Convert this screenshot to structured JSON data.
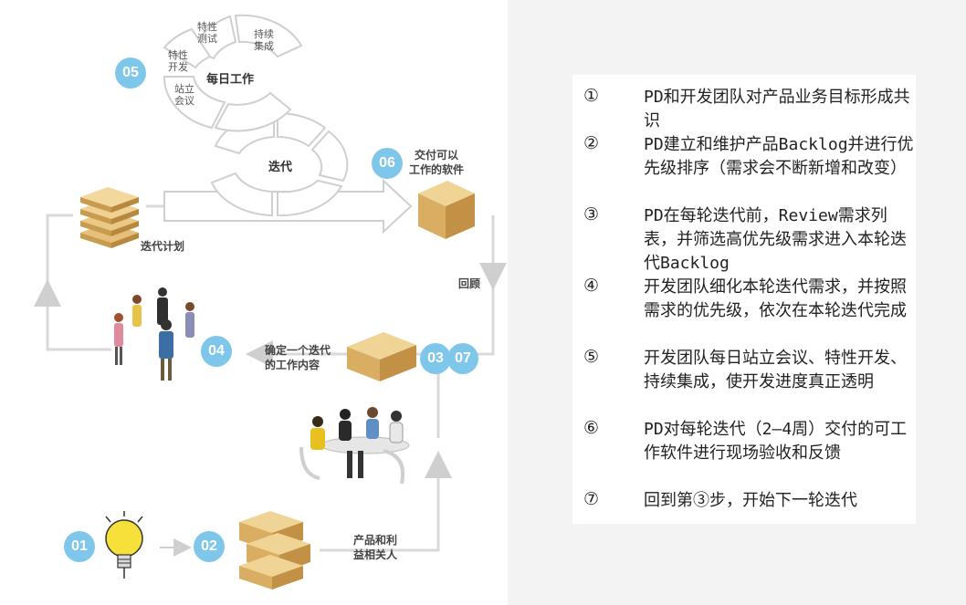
{
  "diagram": {
    "badges": [
      "01",
      "02",
      "03",
      "04",
      "05",
      "06",
      "07"
    ],
    "labels": {
      "stakeholders": "产品和利\n益相关人",
      "iteration_plan": "迭代计划",
      "decide_content": "确定一个迭代\n的工作内容",
      "deliver": "交付可以\n工作的软件",
      "review": "回顾",
      "daily_work": "每日工作",
      "iteration": "迭代"
    },
    "daily_segments": [
      "特性\n测试",
      "持续\n集成",
      "特性\n开发",
      "站立\n会议"
    ]
  },
  "steps": [
    {
      "num": "①",
      "text": "PD和开发团队对产品业务目标形成共识"
    },
    {
      "num": "②",
      "text": "PD建立和维护产品Backlog并进行优先级排序（需求会不断新增和改变）"
    },
    {
      "num": "③",
      "text": "PD在每轮迭代前，Review需求列表，并筛选高优先级需求进入本轮迭代Backlog"
    },
    {
      "num": "④",
      "text": "开发团队细化本轮迭代需求，并按照需求的优先级，依次在本轮迭代完成"
    },
    {
      "num": "⑤",
      "text": "开发团队每日站立会议、特性开发、持续集成，使开发进度真正透明"
    },
    {
      "num": "⑥",
      "text": "PD对每轮迭代（2—4周）交付的可工作软件进行现场验收和反馈"
    },
    {
      "num": "⑦",
      "text": "回到第③步，开始下一轮迭代"
    }
  ]
}
